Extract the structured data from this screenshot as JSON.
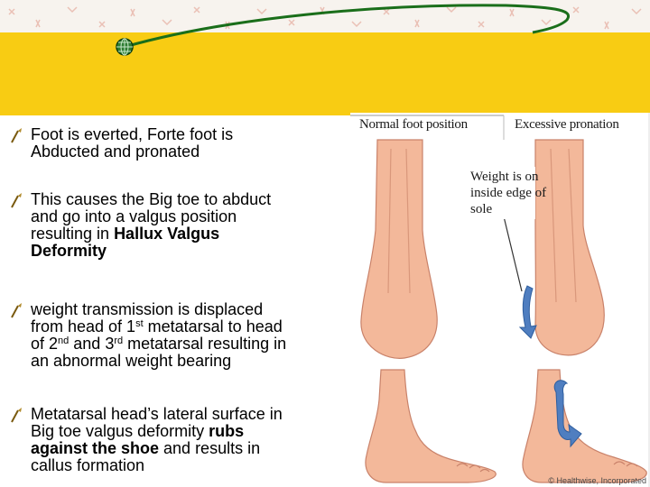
{
  "slide": {
    "bullets": [
      {
        "lines": [
          "Foot is everted, Forte foot is",
          "Abducted and pronated"
        ]
      },
      {
        "line1": "This causes the Big toe to abduct",
        "line2": "and go into a valgus position",
        "line3": "resulting in ",
        "bold1": "Hallux Valgus",
        "bold2": "Deformity"
      },
      {
        "l1": "weight transmission is displaced",
        "l2a": "from head of 1",
        "l2sup": "st",
        "l2b": " metatarsal to  head",
        "l3a": "of 2",
        "l3sup1": "nd",
        "l3b": " and 3",
        "l3sup2": "rd",
        "l3c": " metatarsal resulting in",
        "l4": "an abnormal weight bearing"
      },
      {
        "l1": "Metatarsal head’s lateral surface in",
        "l2a": "Big toe valgus deformity ",
        "l2bold": "rubs",
        "l3bold": "against the shoe",
        "l3b": " and results in",
        "l4": "callus formation"
      }
    ]
  },
  "figure": {
    "caption_normal": "Normal foot position",
    "caption_excessive": "Excessive pronation",
    "weight_note": [
      "Weight is on",
      "inside edge of",
      "sole"
    ],
    "credit": "© Healthwise, Incorporated"
  },
  "colors": {
    "band": "#f8cc13",
    "skin": "#f3b89a",
    "arrow": "#4f7ec0",
    "deco_line": "#1a6e1a"
  }
}
